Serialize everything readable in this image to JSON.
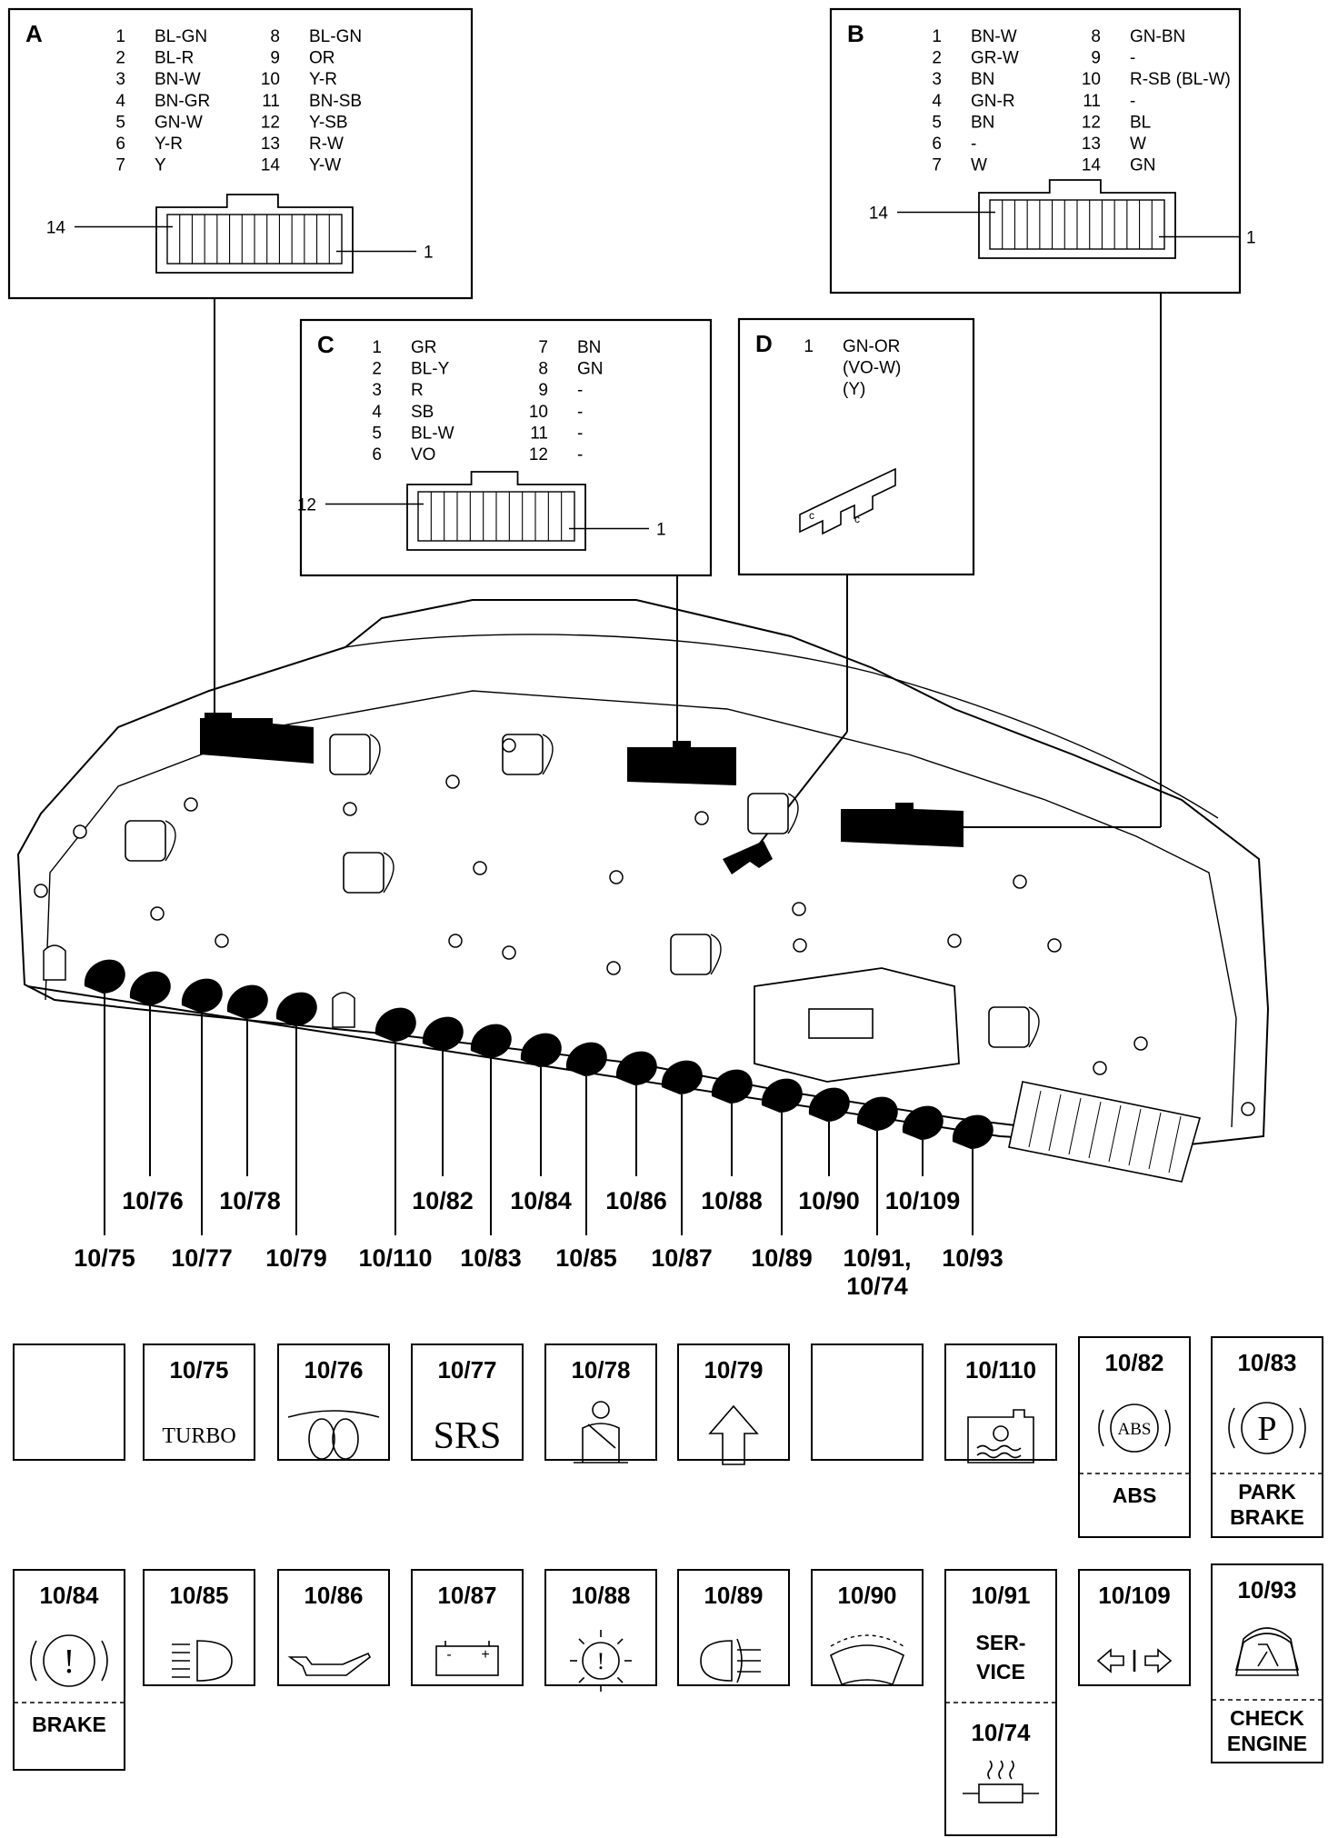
{
  "connectors": {
    "A": {
      "letter": "A",
      "pins": [
        {
          "no": "1",
          "color": "BL-GN"
        },
        {
          "no": "2",
          "color": "BL-R"
        },
        {
          "no": "3",
          "color": "BN-W"
        },
        {
          "no": "4",
          "color": "BN-GR"
        },
        {
          "no": "5",
          "color": "GN-W"
        },
        {
          "no": "6",
          "color": "Y-R"
        },
        {
          "no": "7",
          "color": "Y"
        },
        {
          "no": "8",
          "color": "BL-GN"
        },
        {
          "no": "9",
          "color": "OR"
        },
        {
          "no": "10",
          "color": "Y-R"
        },
        {
          "no": "11",
          "color": "BN-SB"
        },
        {
          "no": "12",
          "color": "Y-SB"
        },
        {
          "no": "13",
          "color": "R-W"
        },
        {
          "no": "14",
          "color": "Y-W"
        }
      ],
      "end_left": "14",
      "end_right": "1"
    },
    "B": {
      "letter": "B",
      "pins": [
        {
          "no": "1",
          "color": "BN-W"
        },
        {
          "no": "2",
          "color": "GR-W"
        },
        {
          "no": "3",
          "color": "BN"
        },
        {
          "no": "4",
          "color": "GN-R"
        },
        {
          "no": "5",
          "color": "BN"
        },
        {
          "no": "6",
          "color": "-"
        },
        {
          "no": "7",
          "color": "W"
        },
        {
          "no": "8",
          "color": "GN-BN"
        },
        {
          "no": "9",
          "color": "-"
        },
        {
          "no": "10",
          "color": "R-SB (BL-W)"
        },
        {
          "no": "11",
          "color": "-"
        },
        {
          "no": "12",
          "color": "BL"
        },
        {
          "no": "13",
          "color": "W"
        },
        {
          "no": "14",
          "color": "GN"
        }
      ],
      "end_left": "14",
      "end_right": "1"
    },
    "C": {
      "letter": "C",
      "pins": [
        {
          "no": "1",
          "color": "GR"
        },
        {
          "no": "2",
          "color": "BL-Y"
        },
        {
          "no": "3",
          "color": "R"
        },
        {
          "no": "4",
          "color": "SB"
        },
        {
          "no": "5",
          "color": "BL-W"
        },
        {
          "no": "6",
          "color": "VO"
        },
        {
          "no": "7",
          "color": "BN"
        },
        {
          "no": "8",
          "color": "GN"
        },
        {
          "no": "9",
          "color": "-"
        },
        {
          "no": "10",
          "color": "-"
        },
        {
          "no": "11",
          "color": "-"
        },
        {
          "no": "12",
          "color": "-"
        }
      ],
      "end_left": "12",
      "end_right": "1"
    },
    "D": {
      "letter": "D",
      "pins": [
        {
          "no": "1",
          "color": "GN-OR"
        }
      ],
      "extra_lines": [
        "(VO-W)",
        "(Y)"
      ]
    }
  },
  "callouts": {
    "row1": [
      "10/76",
      "10/78",
      "10/82",
      "10/84",
      "10/86",
      "10/88",
      "10/90",
      "10/109"
    ],
    "row2": [
      "10/75",
      "10/77",
      "10/79",
      "10/110",
      "10/83",
      "10/85",
      "10/87",
      "10/89",
      "10/91,",
      "10/93"
    ],
    "row2_extra": "10/74"
  },
  "tiles": {
    "row1": [
      {
        "id": "",
        "symbol": "blank",
        "caption": ""
      },
      {
        "id": "10/75",
        "symbol": "text",
        "symbol_text": "TURBO",
        "caption": ""
      },
      {
        "id": "10/76",
        "symbol": "glow-plug-icon",
        "caption": ""
      },
      {
        "id": "10/77",
        "symbol": "text",
        "symbol_text": "SRS",
        "caption": ""
      },
      {
        "id": "10/78",
        "symbol": "seatbelt-icon",
        "caption": ""
      },
      {
        "id": "10/79",
        "symbol": "upshift-arrow-icon",
        "caption": ""
      },
      {
        "id": "",
        "symbol": "blank",
        "caption": ""
      },
      {
        "id": "10/110",
        "symbol": "coolant-icon",
        "caption": ""
      },
      {
        "id": "10/82",
        "symbol": "abs-icon",
        "symbol_text": "ABS",
        "caption": "ABS"
      },
      {
        "id": "10/83",
        "symbol": "park-brake-icon",
        "symbol_text": "P",
        "caption": "PARK BRAKE",
        "caption_lines": [
          "PARK",
          "BRAKE"
        ]
      }
    ],
    "row2": [
      {
        "id": "10/84",
        "symbol": "brake-warning-icon",
        "symbol_text": "!",
        "caption": "BRAKE"
      },
      {
        "id": "10/85",
        "symbol": "headlight-icon",
        "caption": ""
      },
      {
        "id": "10/86",
        "symbol": "oil-can-icon",
        "caption": ""
      },
      {
        "id": "10/87",
        "symbol": "battery-icon",
        "caption": ""
      },
      {
        "id": "10/88",
        "symbol": "bulb-failure-icon",
        "symbol_text": "!",
        "caption": ""
      },
      {
        "id": "10/89",
        "symbol": "fog-light-icon",
        "caption": ""
      },
      {
        "id": "10/90",
        "symbol": "washer-fluid-icon",
        "caption": ""
      },
      {
        "id": "10/91",
        "symbol": "text",
        "symbol_text": "SER- VICE",
        "symbol_lines": [
          "SER-",
          "VICE"
        ],
        "caption": "",
        "sub_id": "10/74",
        "sub_symbol": "rear-defrost-icon"
      },
      {
        "id": "10/109",
        "symbol": "turn-signal-icon",
        "caption": ""
      },
      {
        "id": "10/93",
        "symbol": "check-engine-icon",
        "caption": "CHECK ENGINE",
        "caption_lines": [
          "CHECK",
          "ENGINE"
        ]
      }
    ]
  }
}
